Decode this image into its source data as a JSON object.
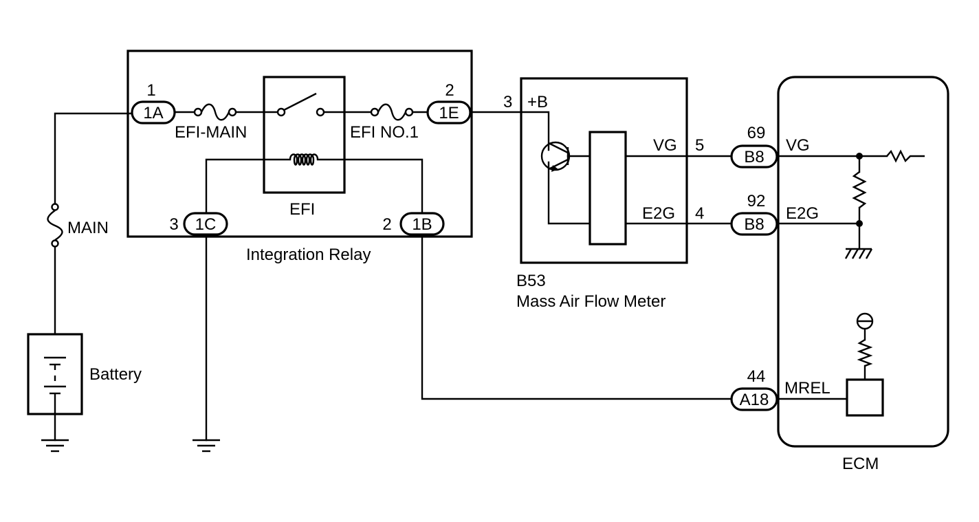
{
  "integration_relay": {
    "title": "Integration Relay",
    "relay_name": "EFI",
    "fuse_efi_main": "EFI-MAIN",
    "fuse_efi_no1": "EFI NO.1",
    "connectors": {
      "c1a": {
        "code": "1A",
        "pin": "1"
      },
      "c1e": {
        "code": "1E",
        "pin": "2"
      },
      "c1c": {
        "code": "1C",
        "pin": "3"
      },
      "c1b": {
        "code": "1B",
        "pin": "2"
      }
    }
  },
  "main_fuse": {
    "label": "MAIN"
  },
  "battery": {
    "label": "Battery"
  },
  "maf": {
    "code": "B53",
    "name": "Mass Air Flow Meter",
    "pin_b": "3",
    "pin_b_name": "+B",
    "pin_vg": "5",
    "pin_vg_name": "VG",
    "pin_e2g": "4",
    "pin_e2g_name": "E2G"
  },
  "ecm": {
    "label": "ECM",
    "vg": {
      "connector": "B8",
      "pin": "69",
      "name": "VG"
    },
    "e2g": {
      "connector": "B8",
      "pin": "92",
      "name": "E2G"
    },
    "mrel": {
      "connector": "A18",
      "pin": "44",
      "name": "MREL"
    }
  }
}
